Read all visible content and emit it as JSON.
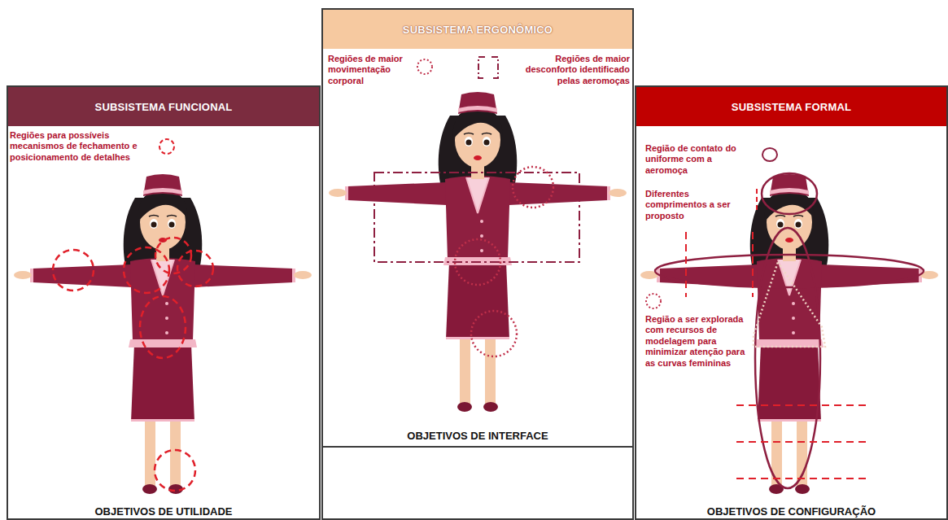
{
  "diagram": {
    "nodes": [
      {
        "text": [
          "SUBSISTEMA FUNCIONAL",
          "OBJETIVOS DE UTILIDADE"
        ]
      },
      {
        "text": [
          "SUBSISTEMA ERGONÔMICO",
          "OBJETIVOS DE INTERFACE"
        ]
      },
      {
        "text": [
          "SUBSISTEMA FORMAL",
          "OBJETIVOS DE CONFIGURAÇÃO"
        ]
      }
    ],
    "legend": [
      {
        "text": "Regiões para possíveis mecanismos de fechamento e posicionamento de detalhes"
      },
      {
        "text": "Regiões de maior movimentação corporal"
      },
      {
        "text": "Regiões de maior desconforto identificado pelas aeromoças"
      },
      {
        "text": "Região de contato do uniforme com a aeromoça"
      },
      {
        "text": "Diferentes comprimentos a ser proposto"
      },
      {
        "text": "Região a ser explorada com recursos de modelagem para minimizar atenção para as curvas femininas"
      }
    ]
  }
}
